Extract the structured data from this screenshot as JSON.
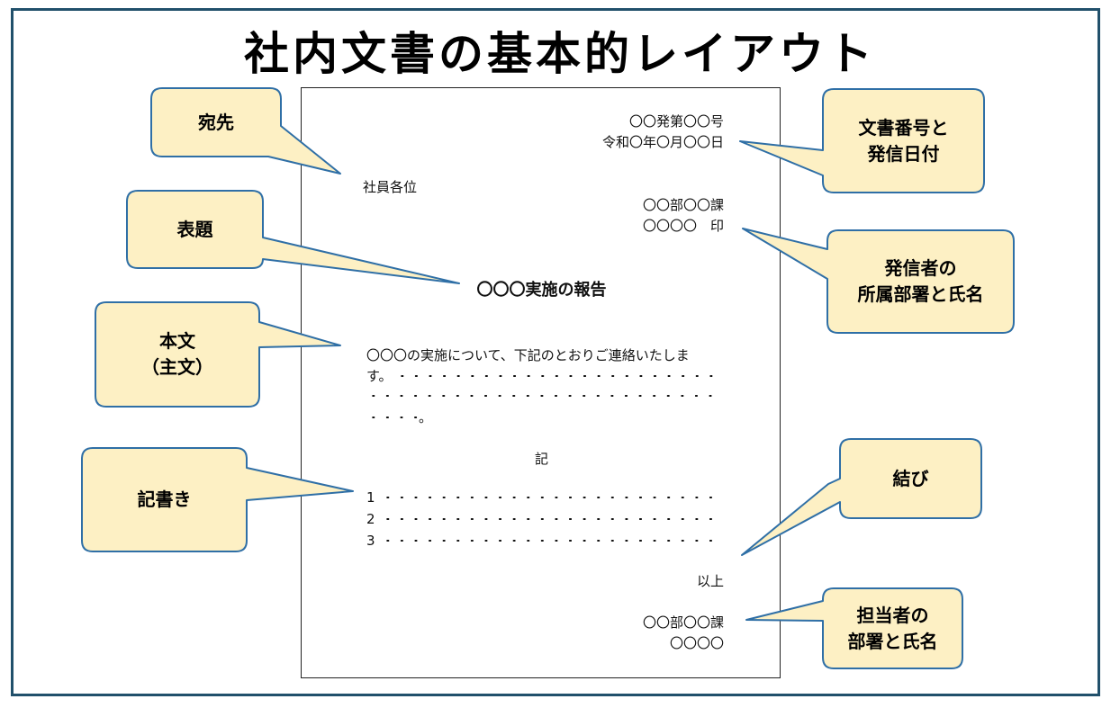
{
  "title": "社内文書の基本的レイアウト",
  "document": {
    "number": "〇〇発第〇〇号",
    "date": "令和〇年〇月〇〇日",
    "recipient": "社員各位",
    "sender_dept": "〇〇部〇〇課",
    "sender_name": "〇〇〇〇　印",
    "subject": "〇〇〇実施の報告",
    "body_line1": "〇〇〇の実施について、下記のとおりご連絡いたしま",
    "body_line2_start": "す。",
    "body_line4_end": "。",
    "ki": "記",
    "items": [
      "1",
      "2",
      "3"
    ],
    "closing": "以上",
    "contact_dept": "〇〇部〇〇課",
    "contact_name": "〇〇〇〇"
  },
  "callouts": {
    "recipient": "宛先",
    "subject": "表題",
    "body": "本文\n（主文）",
    "ki_items": "記書き",
    "number_date": "文書番号と\n発信日付",
    "sender": "発信者の\n所属部署と氏名",
    "closing": "結び",
    "contact": "担当者の\n部署と氏名"
  },
  "colors": {
    "callout_fill": "#fdf0c4",
    "callout_stroke": "#2f6fa6",
    "frame": "#21506b"
  }
}
